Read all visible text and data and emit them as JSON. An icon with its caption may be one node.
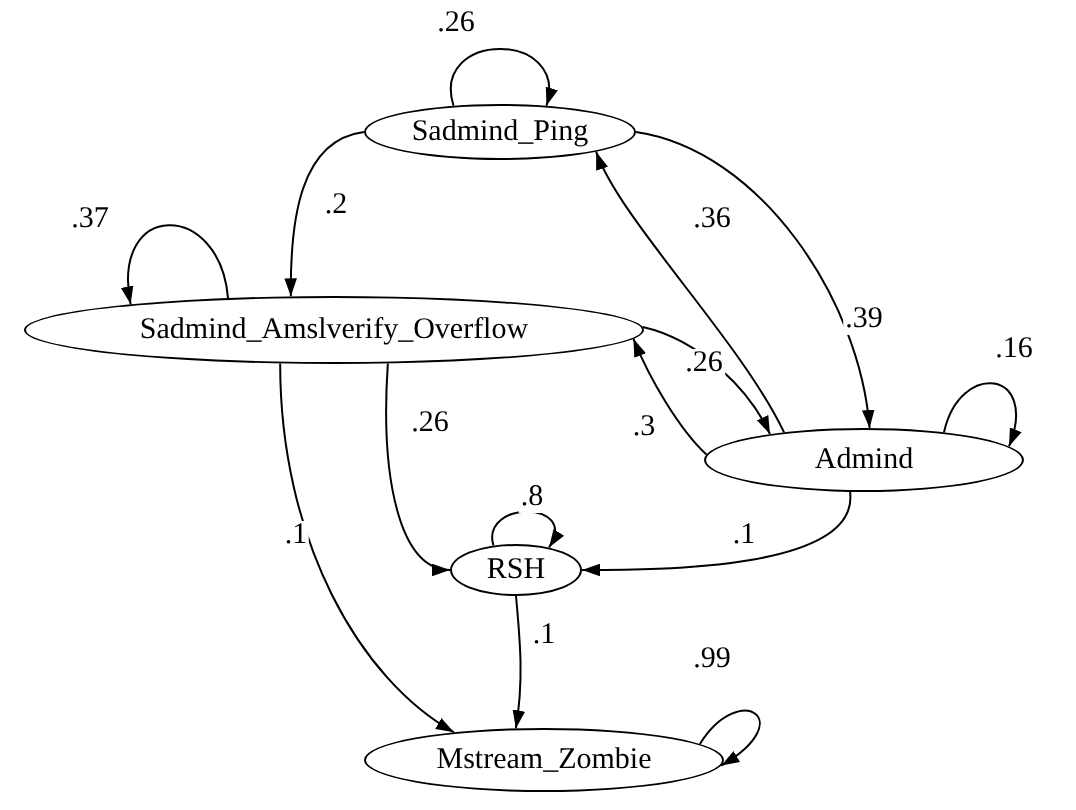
{
  "diagram": {
    "nodes": [
      {
        "text": [
          "Sadmind_Ping"
        ]
      },
      {
        "text": [
          "Sadmind_Amslverify_Overflow"
        ]
      },
      {
        "text": [
          "Admind"
        ]
      },
      {
        "text": [
          "RSH"
        ]
      },
      {
        "text": [
          "Mstream_Zombie"
        ]
      }
    ],
    "edges": [
      {
        "from": 0,
        "to": 0,
        "arrow": "to",
        "label": ".26"
      },
      {
        "from": 0,
        "to": 1,
        "arrow": "to",
        "label": ".2"
      },
      {
        "from": 0,
        "to": 2,
        "arrow": "to",
        "label": ".39"
      },
      {
        "from": 2,
        "to": 0,
        "arrow": "to",
        "label": ".36"
      },
      {
        "from": 1,
        "to": 1,
        "arrow": "to",
        "label": ".37"
      },
      {
        "from": 1,
        "to": 2,
        "arrow": "to",
        "label": ".26"
      },
      {
        "from": 2,
        "to": 1,
        "arrow": "to",
        "label": ".3"
      },
      {
        "from": 2,
        "to": 2,
        "arrow": "to",
        "label": ".16"
      },
      {
        "from": 1,
        "to": 3,
        "arrow": "to",
        "label": ".26"
      },
      {
        "from": 3,
        "to": 3,
        "arrow": "to",
        "label": ".8"
      },
      {
        "from": 2,
        "to": 3,
        "arrow": "to",
        "label": ".1"
      },
      {
        "from": 1,
        "to": 4,
        "arrow": "to",
        "label": ".1"
      },
      {
        "from": 3,
        "to": 4,
        "arrow": "to",
        "label": ".1"
      },
      {
        "from": 4,
        "to": 4,
        "arrow": "to",
        "label": ".99"
      }
    ]
  }
}
